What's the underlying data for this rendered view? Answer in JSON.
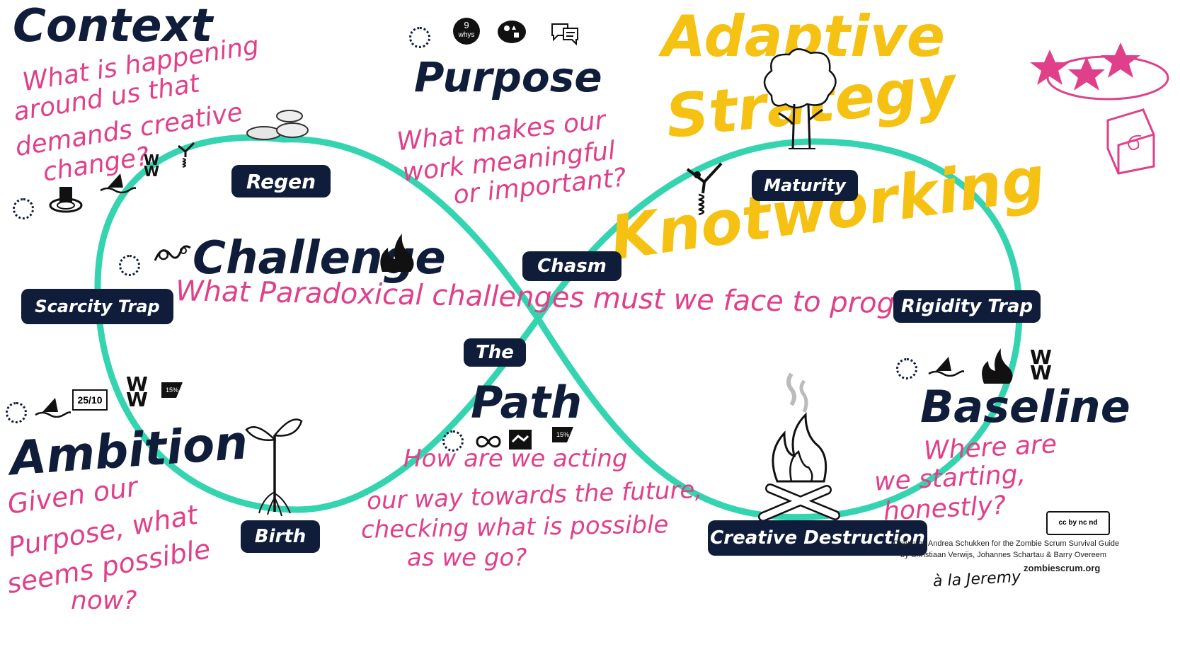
{
  "headings": {
    "context": "Context",
    "purpose": "Purpose",
    "challenge": "Challenge",
    "ambition": "Ambition",
    "path_line1": "The",
    "path_line2": "Path",
    "baseline": "Baseline"
  },
  "questions": {
    "context": [
      "What is happening",
      "around us that",
      "demands creative",
      "change?"
    ],
    "purpose": [
      "What makes our",
      "work meaningful",
      "or important?"
    ],
    "challenge": "What Paradoxical challenges must we face to progress?",
    "ambition": [
      "Given our",
      "Purpose, what",
      "seems possible",
      "now?"
    ],
    "path": [
      "How are we acting",
      "our way towards the future,",
      "checking what is possible",
      "as we go?"
    ],
    "baseline": [
      "Where are",
      "we starting,",
      "honestly?"
    ]
  },
  "title": {
    "line1": "Adaptive",
    "line2": "Strategy",
    "line3": "Knotworking"
  },
  "pills": {
    "regen": "Regen",
    "maturity": "Maturity",
    "chasm": "Chasm",
    "scarcity_trap": "Scarcity Trap",
    "rigidity_trap": "Rigidity Trap",
    "birth": "Birth",
    "creative_destruction": "Creative Destruction"
  },
  "icons": {
    "nine_whys_top": "9",
    "nine_whys_bottom": "whys",
    "date_card": "25/10",
    "percent_badge": "15%",
    "percent_badge_2": "15%"
  },
  "credits": {
    "line1": "Drawn by Andrea Schukken for the Zombie Scrum Survival Guide",
    "line2": "by Christiaan Verwijs, Johannes Schartau & Barry Overeem",
    "site": "zombiescrum.org",
    "signature": "à la Jeremy",
    "license": "cc by nc nd"
  },
  "colors": {
    "loop": "#35d4b0",
    "navy": "#0f1d3a",
    "pink": "#e0408a",
    "gold": "#f5c213"
  }
}
